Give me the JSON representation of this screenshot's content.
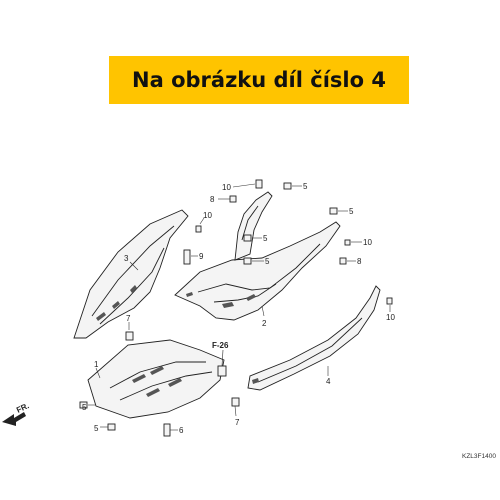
{
  "banner": {
    "text": "Na obrázku díl číslo 4",
    "color": "#ffc400"
  },
  "diagram_code": "KZL3F1400",
  "front_marker": "FR.",
  "reference_label": "F-26",
  "callouts": [
    "1",
    "2",
    "3",
    "4",
    "5",
    "6",
    "7",
    "8",
    "9",
    "10"
  ],
  "colors": {
    "line": "#222222",
    "background": "#ffffff"
  }
}
